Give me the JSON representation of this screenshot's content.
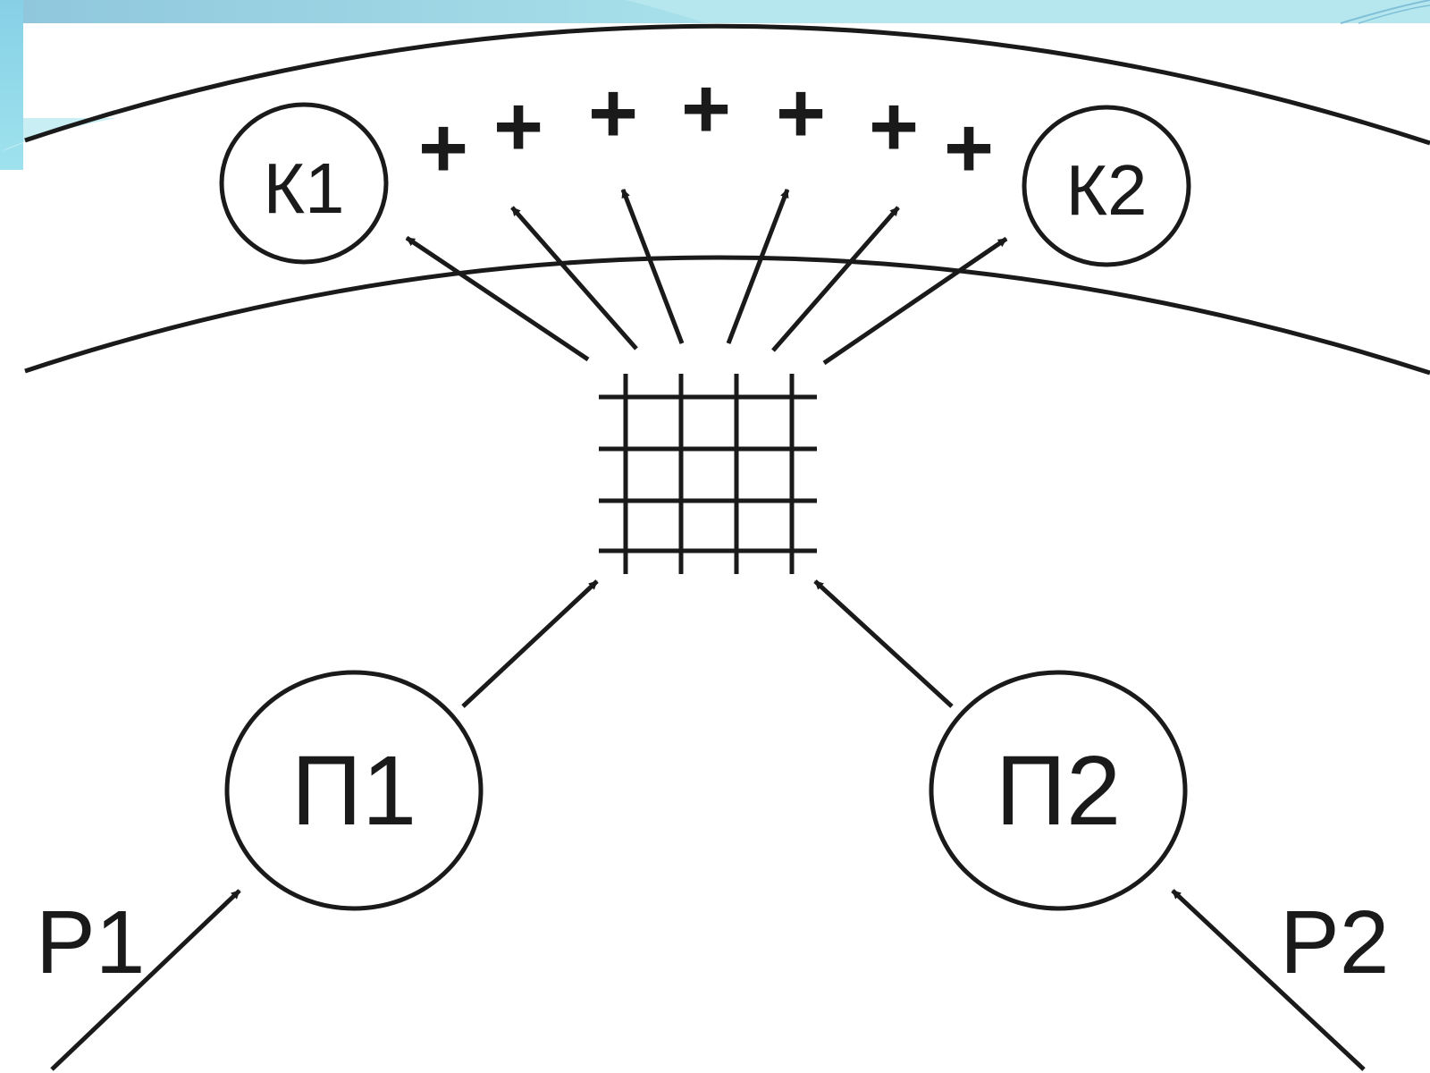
{
  "nodes": {
    "k1": "К1",
    "k2": "К2",
    "p1": "П1",
    "p2": "П2"
  },
  "inputs": {
    "r1": "Р1",
    "r2": "Р2"
  },
  "charges": [
    "+",
    "+",
    "+",
    "+",
    "+",
    "+",
    "+"
  ],
  "colors": {
    "ink": "#1a1a1a",
    "frame_accent": "#8fd8e6",
    "background": "#ffffff"
  }
}
